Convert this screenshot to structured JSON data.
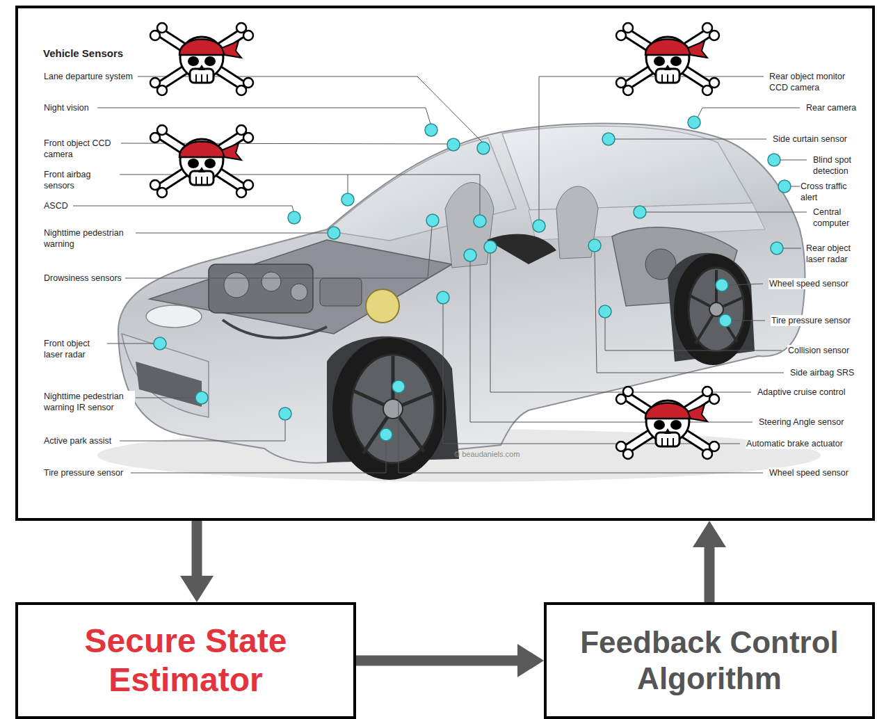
{
  "diagram": {
    "nodes": [
      {
        "text": [
          "Vehicle Sensors"
        ]
      },
      {
        "text": [
          "Secure State Estimator"
        ]
      },
      {
        "text": [
          "Feedback Control Algorithm"
        ]
      }
    ],
    "edges": [
      {
        "from": 0,
        "to": 1,
        "arrow": "to"
      },
      {
        "from": 1,
        "to": 2,
        "arrow": "to"
      },
      {
        "from": 2,
        "to": 0,
        "arrow": "to"
      }
    ],
    "labels": [
      "Lane departure system",
      "Night vision",
      "Front object CCD camera",
      "Front airbag sensors",
      "ASCD",
      "Nighttime pedestrian warning",
      "Drowsiness sensors",
      "Front object laser radar",
      "Nighttime pedestrian warning IR sensor",
      "Active park assist",
      "Tire pressure sensor",
      "Rear object monitor CCD camera",
      "Rear camera",
      "Side curtain sensor",
      "Blind spot detection",
      "Cross traffic alert",
      "Central computer",
      "Rear object laser radar",
      "Wheel speed sensor",
      "Tire pressure sensor",
      "Collision sensor",
      "Side airbag SRS",
      "Adaptive cruise control",
      "Steering Angle sensor",
      "Automatic brake actuator",
      "Wheel speed sensor",
      "© beaudaniels.com"
    ]
  }
}
